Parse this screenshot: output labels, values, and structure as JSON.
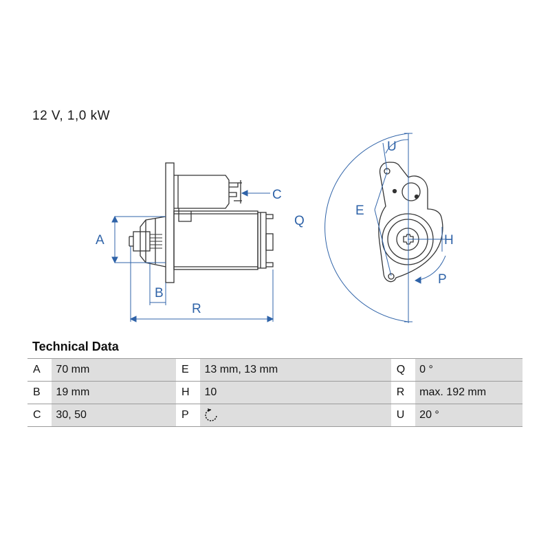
{
  "spec_heading": "12 V, 1,0 kW",
  "tech_title": "Technical Data",
  "colors": {
    "dimension": "#2f63a8",
    "outline": "#333333",
    "table_value_bg": "#dedede"
  },
  "dimension_labels": {
    "A": "A",
    "B": "B",
    "C": "C",
    "E": "E",
    "H": "H",
    "P": "P",
    "Q": "Q",
    "R": "R",
    "U": "U"
  },
  "table": [
    [
      {
        "key": "A",
        "value": "70 mm"
      },
      {
        "key": "E",
        "value": "13 mm, 13 mm"
      },
      {
        "key": "Q",
        "value": "0 °"
      }
    ],
    [
      {
        "key": "B",
        "value": "19 mm"
      },
      {
        "key": "H",
        "value": "10"
      },
      {
        "key": "R",
        "value": "max. 192 mm"
      }
    ],
    [
      {
        "key": "C",
        "value": "30, 50"
      },
      {
        "key": "P",
        "value": "",
        "icon": "rotation-counterclockwise-icon"
      },
      {
        "key": "U",
        "value": "20 °"
      }
    ]
  ]
}
